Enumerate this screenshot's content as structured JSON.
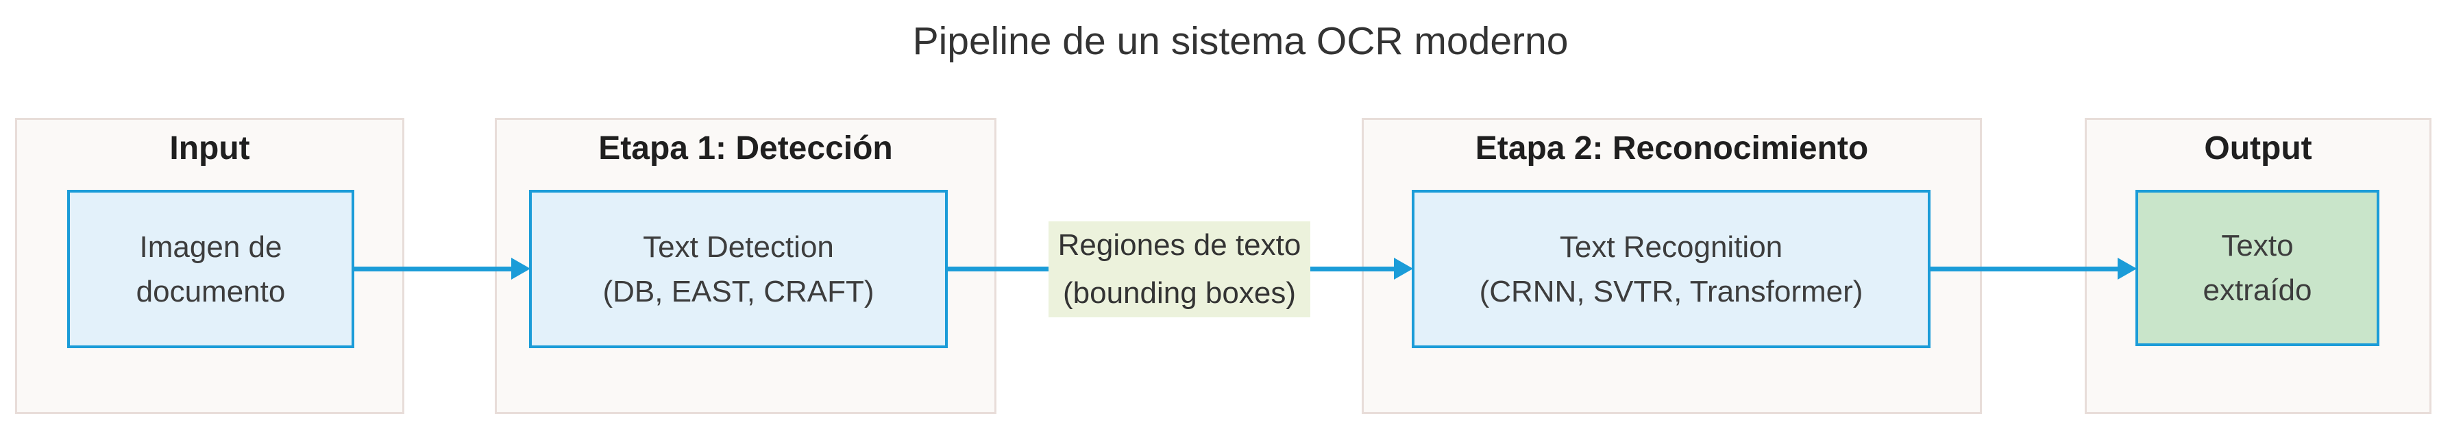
{
  "title": "Pipeline de un sistema OCR moderno",
  "clusters": [
    {
      "label": "Input"
    },
    {
      "label": "Etapa 1: Detección"
    },
    {
      "label": "Etapa 2: Reconocimiento"
    },
    {
      "label": "Output"
    }
  ],
  "nodes": [
    {
      "line1": "Imagen de",
      "line2": "documento"
    },
    {
      "line1": "Text Detection",
      "line2": "(DB, EAST, CRAFT)"
    },
    {
      "line1": "Text Recognition",
      "line2": "(CRNN, SVTR, Transformer)"
    },
    {
      "line1": "Texto",
      "line2": "extraído"
    }
  ],
  "edge_label": {
    "line1": "Regiones de texto",
    "line2": "(bounding boxes)"
  },
  "colors": {
    "accent": "#1b9cd8",
    "node-blue": "#e3f1fa",
    "node-green": "#c9e5ca",
    "cluster-fill": "#fbf9f7",
    "cluster-border": "#e8ddd9",
    "label-bg": "#ecf2dc",
    "text-dark": "#333333"
  }
}
